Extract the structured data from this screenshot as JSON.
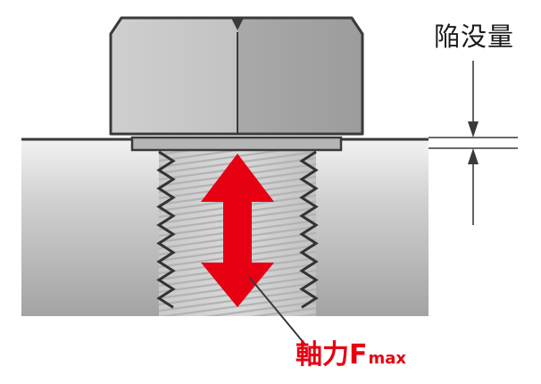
{
  "labels": {
    "sink_amount": "陥没量",
    "axial_force": "軸力F",
    "axial_force_subscript": "max"
  },
  "colors": {
    "arrow": "#e60012",
    "label_force": "#e60012",
    "outline": "#3a3a3a",
    "metal_light": "#d8d8d8",
    "metal_dark": "#9a9a9a",
    "thread": "#bdbdbd"
  }
}
